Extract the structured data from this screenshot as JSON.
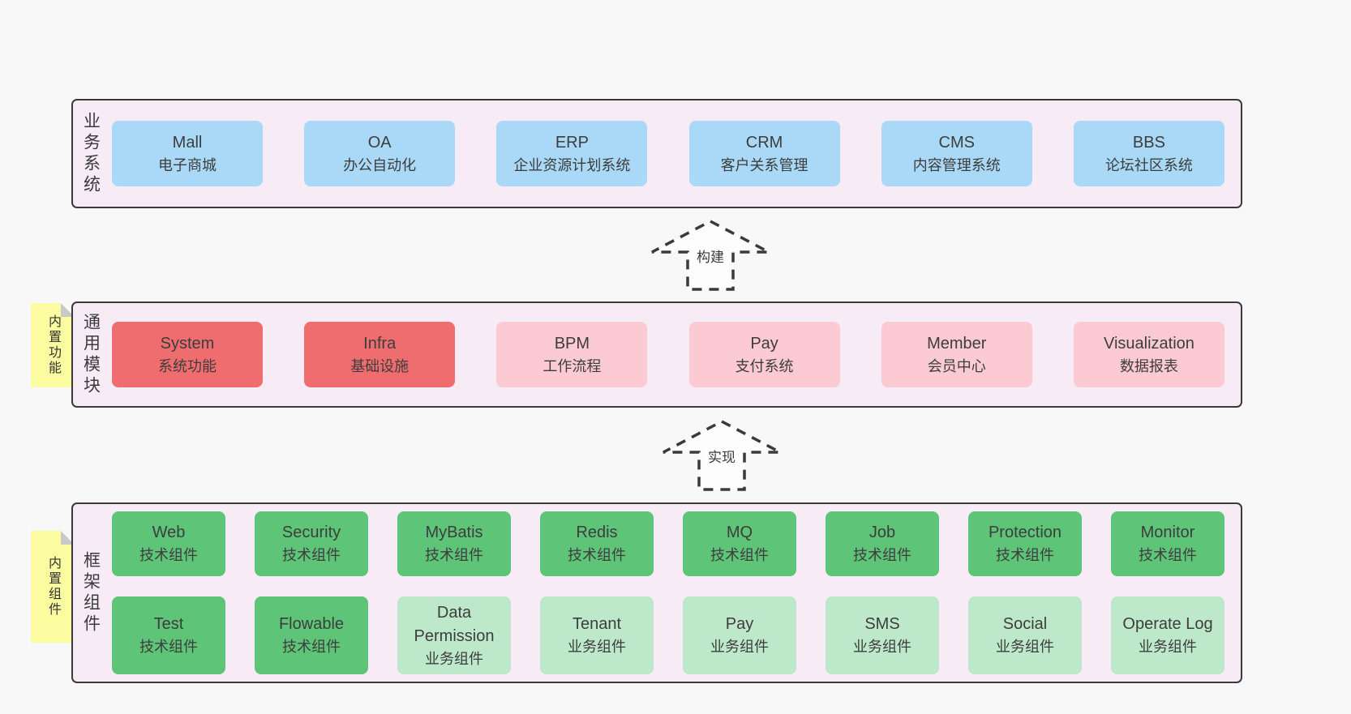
{
  "palette": {
    "page_bg": "#f8f8f8",
    "band_bg": "#f7ecf6",
    "band_border": "#3a3a3a",
    "blue_box": "#a9d9f7",
    "red_box": "#ef6d6e",
    "pink_box": "#fbcad2",
    "green_box": "#5ec477",
    "light_green_box": "#bee8ca",
    "sticky_yellow": "#fbfb9f",
    "sticky_fold_gray": "#c9c9c9",
    "text": "#3d3d3d"
  },
  "bands": {
    "business": {
      "label": "业务系统",
      "boxes": [
        {
          "name": "Mall",
          "subtitle": "电子商城"
        },
        {
          "name": "OA",
          "subtitle": "办公自动化"
        },
        {
          "name": "ERP",
          "subtitle": "企业资源计划系统"
        },
        {
          "name": "CRM",
          "subtitle": "客户关系管理"
        },
        {
          "name": "CMS",
          "subtitle": "内容管理系统"
        },
        {
          "name": "BBS",
          "subtitle": "论坛社区系统"
        }
      ]
    },
    "modules": {
      "label": "通用模块",
      "sticky": "内置功能",
      "boxes": [
        {
          "name": "System",
          "subtitle": "系统功能",
          "variant": "red"
        },
        {
          "name": "Infra",
          "subtitle": "基础设施",
          "variant": "red"
        },
        {
          "name": "BPM",
          "subtitle": "工作流程",
          "variant": "pink"
        },
        {
          "name": "Pay",
          "subtitle": "支付系统",
          "variant": "pink"
        },
        {
          "name": "Member",
          "subtitle": "会员中心",
          "variant": "pink"
        },
        {
          "name": "Visualization",
          "subtitle": "数据报表",
          "variant": "pink"
        }
      ]
    },
    "components": {
      "label": "框架组件",
      "sticky": "内置组件",
      "row1": [
        {
          "name": "Web",
          "subtitle": "技术组件",
          "variant": "green"
        },
        {
          "name": "Security",
          "subtitle": "技术组件",
          "variant": "green"
        },
        {
          "name": "MyBatis",
          "subtitle": "技术组件",
          "variant": "green"
        },
        {
          "name": "Redis",
          "subtitle": "技术组件",
          "variant": "green"
        },
        {
          "name": "MQ",
          "subtitle": "技术组件",
          "variant": "green"
        },
        {
          "name": "Job",
          "subtitle": "技术组件",
          "variant": "green"
        },
        {
          "name": "Protection",
          "subtitle": "技术组件",
          "variant": "green"
        },
        {
          "name": "Monitor",
          "subtitle": "技术组件",
          "variant": "green"
        }
      ],
      "row2": [
        {
          "name": "Test",
          "subtitle": "技术组件",
          "variant": "green"
        },
        {
          "name": "Flowable",
          "subtitle": "技术组件",
          "variant": "green"
        },
        {
          "name": "Data Permission",
          "subtitle": "业务组件",
          "variant": "light"
        },
        {
          "name": "Tenant",
          "subtitle": "业务组件",
          "variant": "light"
        },
        {
          "name": "Pay",
          "subtitle": "业务组件",
          "variant": "light"
        },
        {
          "name": "SMS",
          "subtitle": "业务组件",
          "variant": "light"
        },
        {
          "name": "Social",
          "subtitle": "业务组件",
          "variant": "light"
        },
        {
          "name": "Operate Log",
          "subtitle": "业务组件",
          "variant": "light"
        }
      ]
    }
  },
  "arrows": {
    "build": {
      "label": "构建"
    },
    "implement": {
      "label": "实现"
    }
  }
}
